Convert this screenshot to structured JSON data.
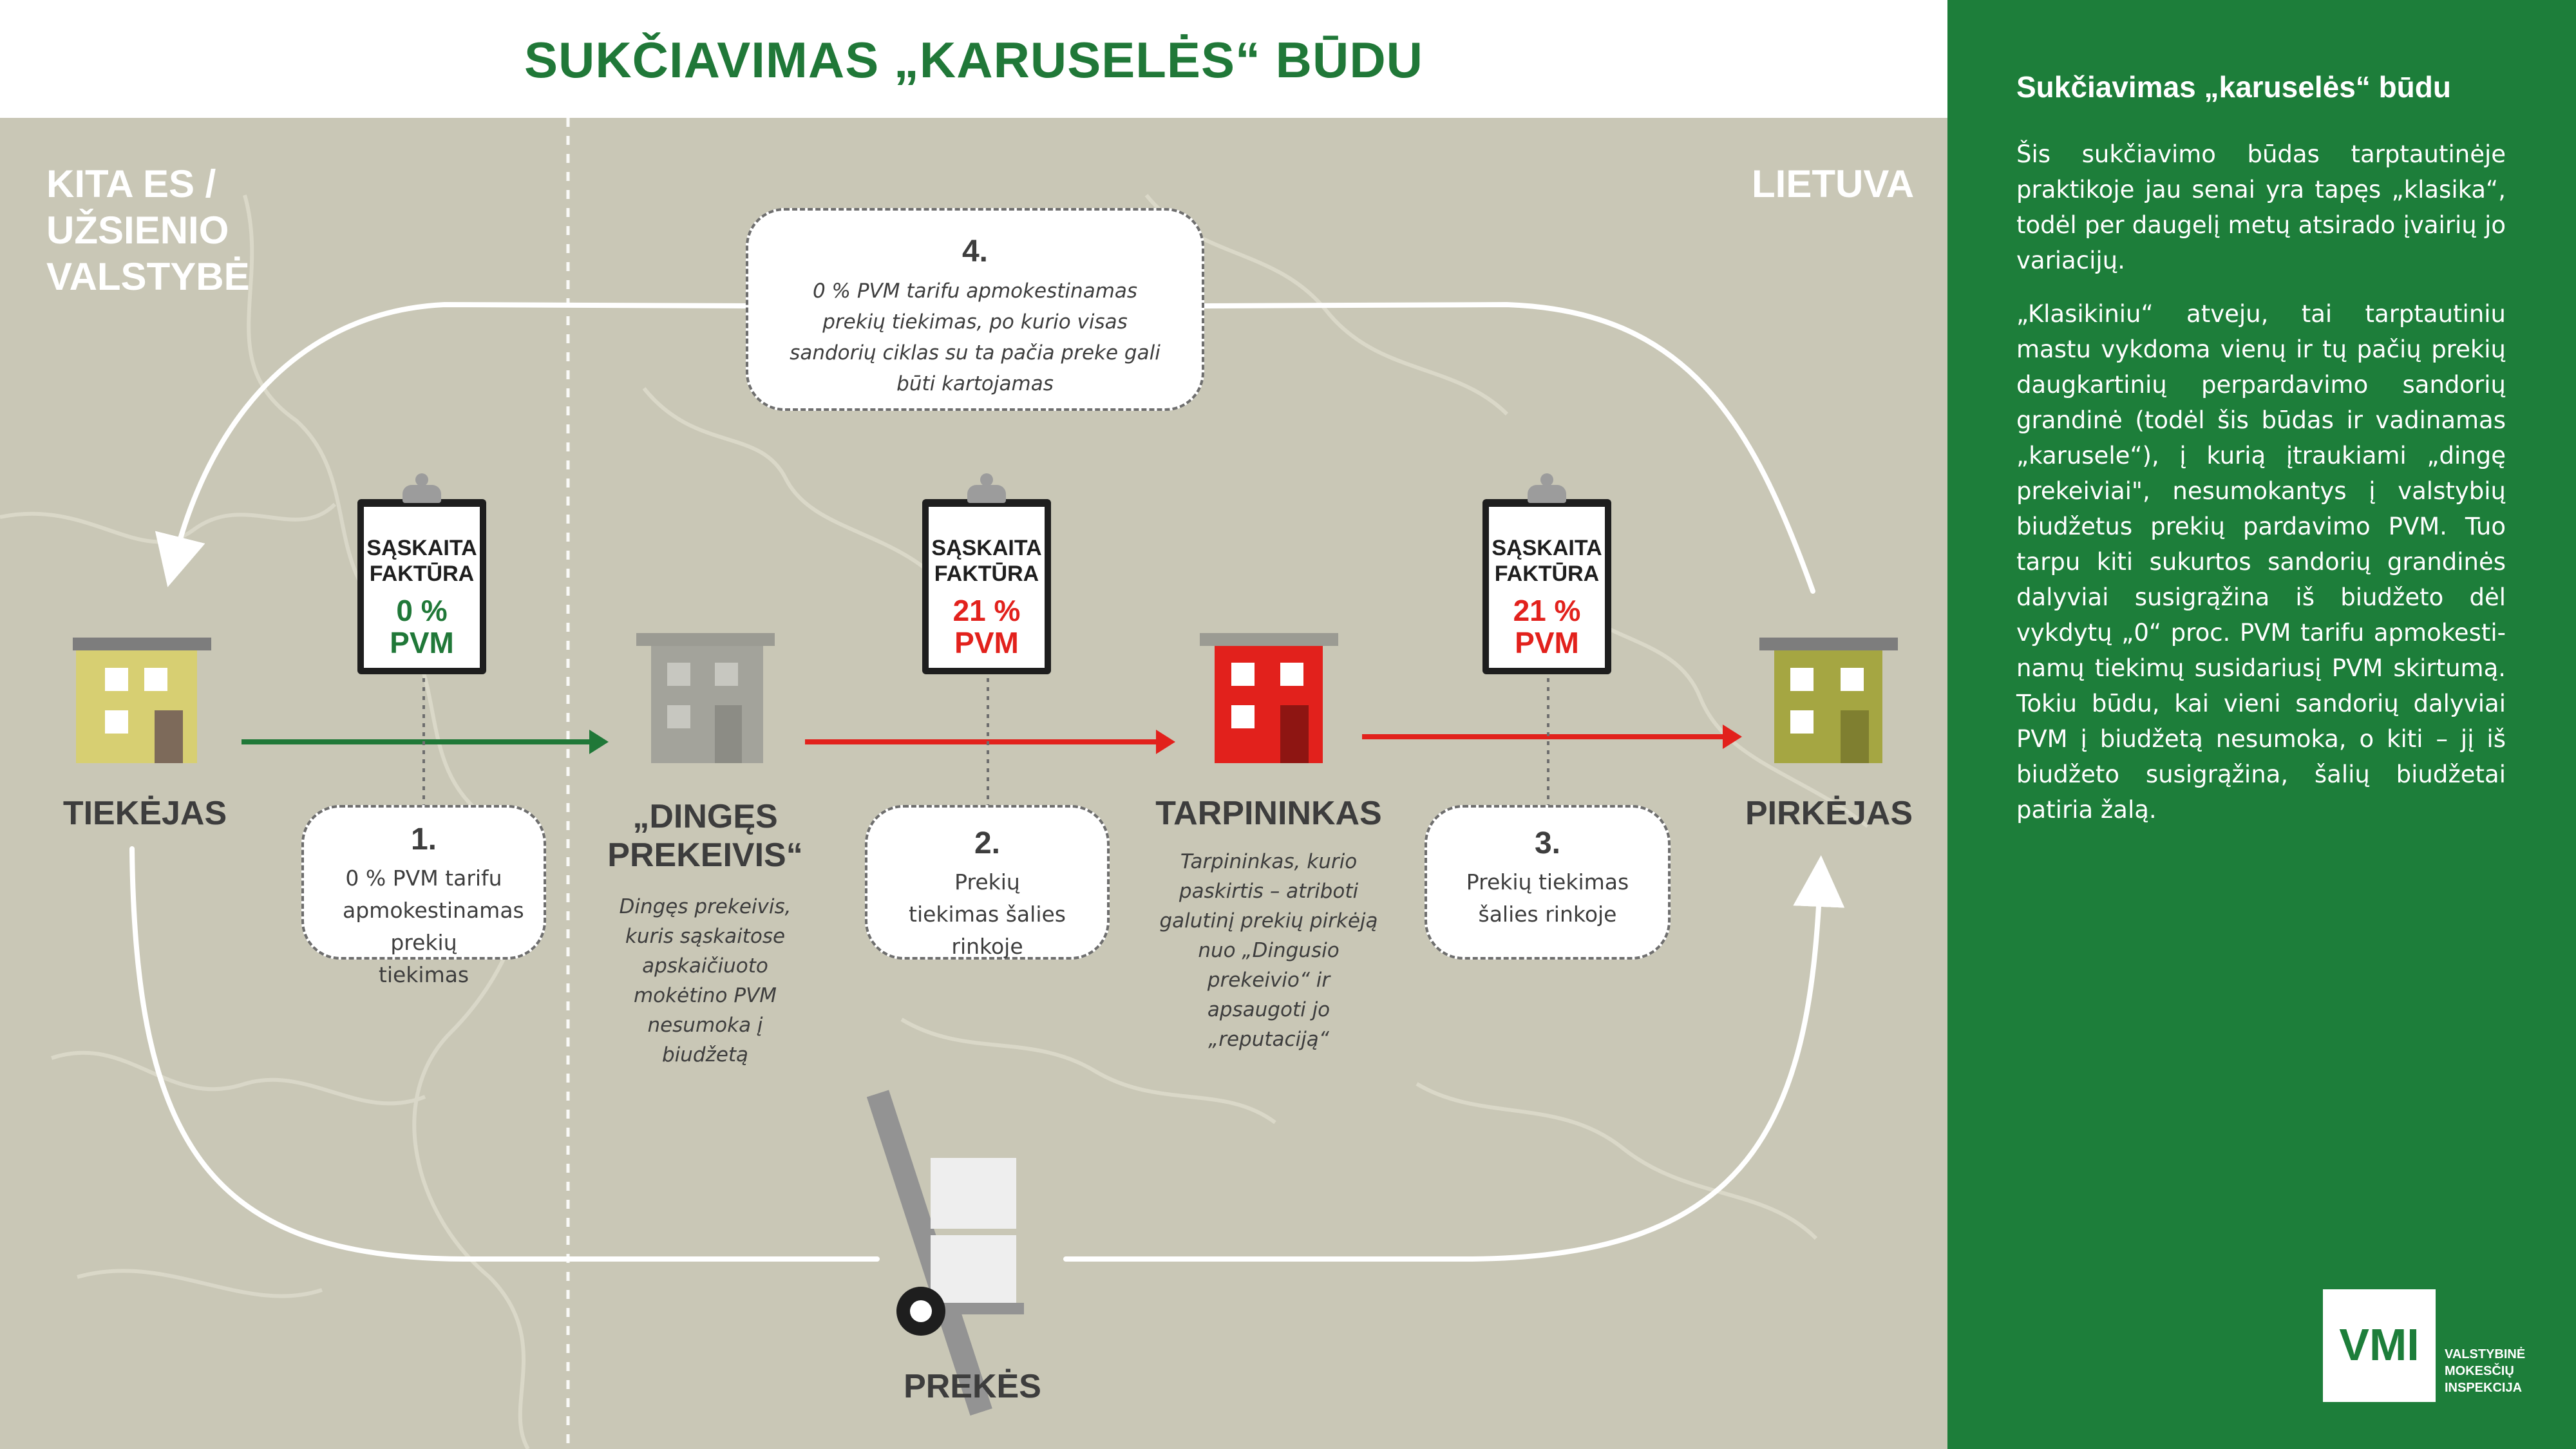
{
  "title": "SUKČIAVIMAS „KARUSELĖS“ BŪDU",
  "regions": {
    "left": "KITA ES / UŽSIENIO VALSTYBĖ",
    "right": "LIETUVA"
  },
  "actors": {
    "supplier": "TIEKĖJAS",
    "missing_trader": "„DINGĘS PREKEIVIS“",
    "intermediary": "TARPININKAS",
    "buyer": "PIRKĖJAS",
    "goods": "PREKĖS"
  },
  "notes": {
    "missing_trader": "Dingęs prekeivis, kuris sąskaitose apskaičiuoto mokėtino PVM nesumoka į biudžetą",
    "intermediary": "Tarpininkas, kurio paskirtis – atriboti galutinį prekių pirkėją nuo „Dingusio prekeivio“ ir apsaugoti jo „reputaciją“"
  },
  "steps": [
    {
      "num": "1.",
      "text": "0 % PVM tarifu apmokestinamas prekių tiekimas"
    },
    {
      "num": "2.",
      "text": "Prekių tiekimas šalies rinkoje"
    },
    {
      "num": "3.",
      "text": "Prekių tiekimas šalies rinkoje"
    },
    {
      "num": "4.",
      "text": "0 % PVM tarifu apmokestinamas prekių tiekimas, po kurio visas sandorių ciklas su ta pačia preke gali būti kartojamas"
    }
  ],
  "invoices": [
    {
      "label": "SĄSKAITA FAKTŪRA",
      "rate": "0 % PVM",
      "color": "#207838"
    },
    {
      "label": "SĄSKAITA FAKTŪRA",
      "rate": "21 % PVM",
      "color": "#e2211c"
    },
    {
      "label": "SĄSKAITA FAKTŪRA",
      "rate": "21 % PVM",
      "color": "#e2211c"
    }
  ],
  "colors": {
    "accent_green": "#207838",
    "accent_red": "#e2211c",
    "background": "#c9c7b6",
    "sidebar": "#1d7e3a",
    "building_supplier": "#d7cf72",
    "building_missing": "#a3a39b",
    "building_intermediary": "#e2211c",
    "building_buyer": "#a5a642"
  },
  "sidebar": {
    "title": "Sukčiavimas „karuselės“ būdu",
    "para1": "Šis sukčiavimo būdas tarptautinėje praktikoje jau senai yra tapęs „klasika“, todėl per daugelį metų atsirado įvairių jo variacijų.",
    "para2": "„Klasikiniu“ atveju, tai tarptautiniu mastu vykdoma vienų ir tų pačių prekių daugkartinių perpardavimo sandorių grandinė (todėl šis būdas ir vadinamas „karusele“), į kurią įtraukiami „dingę prekeiviai\", nesumokantys į valstybių biudžetus prekių pardavimo PVM. Tuo tarpu kiti sukurtos sandorių grandinės dalyviai susigrąžina iš biudžeto dėl vykdytų „0“ proc. PVM tarifu apmokesti-namų tiekimų susidariusį PVM skirtumą. Tokiu būdu, kai vieni sandorių dalyviai PVM į biudžetą nesumoka, o kiti – jį iš biudžeto susigrąžina, šalių biudžetai patiria žalą."
  },
  "logo": {
    "abbr": "VMI",
    "name": "VALSTYBINĖ MOKESČIŲ INSPEKCIJA"
  }
}
